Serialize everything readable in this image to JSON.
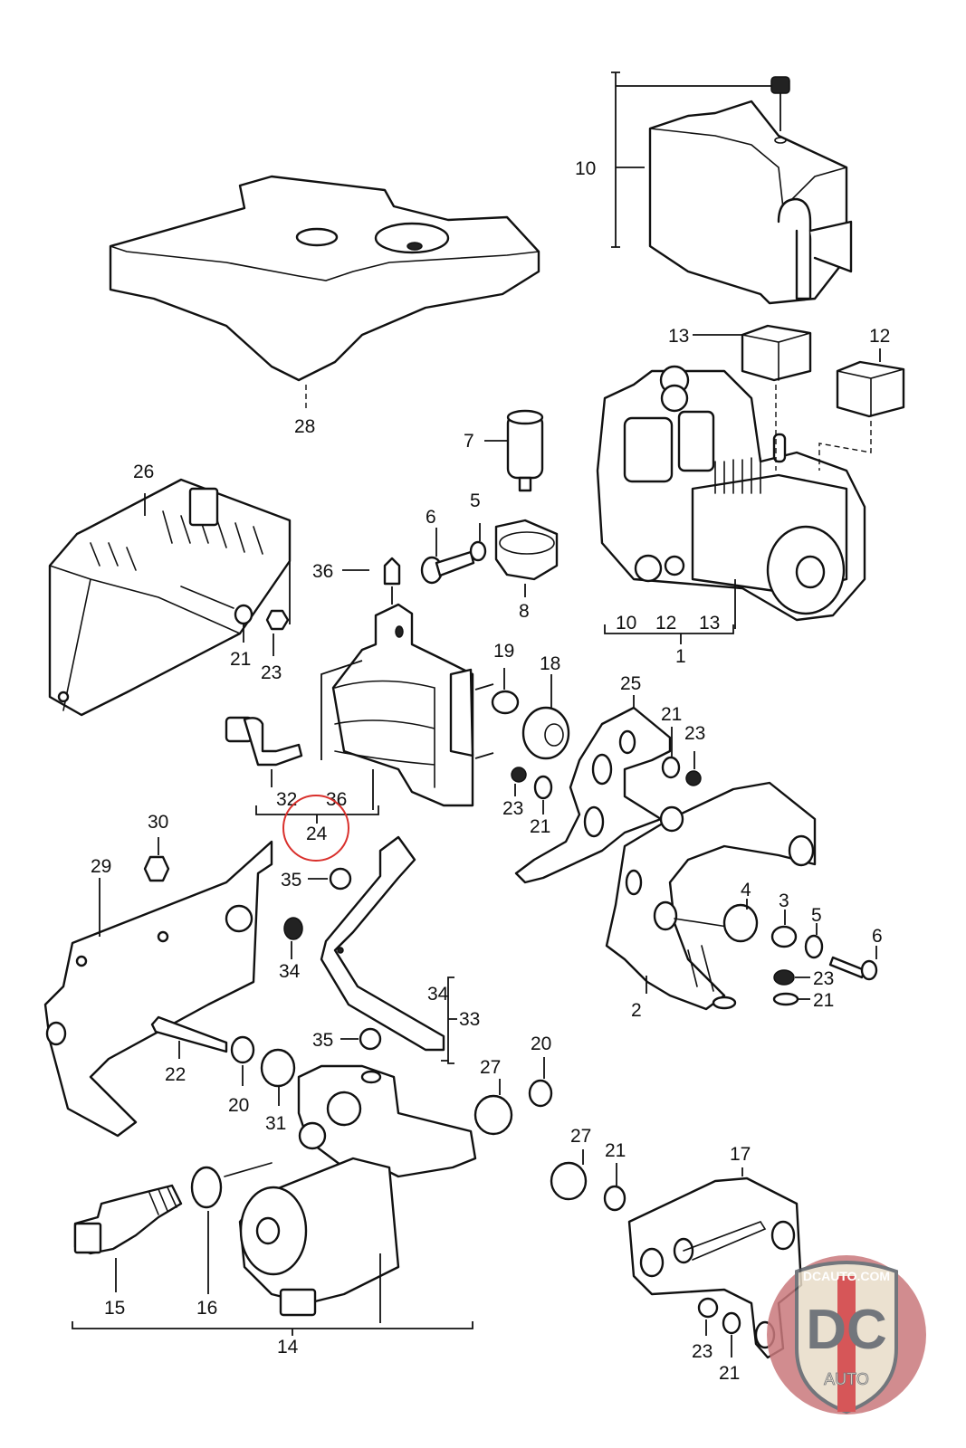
{
  "diagram": {
    "title": "ABS hydraulic unit, control unit and brackets – exploded parts view",
    "highlight_color": "#d9302c",
    "highlighted_callout": "24",
    "callouts": {
      "c1": "1",
      "c1_sub_10": "10",
      "c1_sub_12": "12",
      "c1_sub_13": "13",
      "c2": "2",
      "c3": "3",
      "c4": "4",
      "c5a": "5",
      "c5b": "5",
      "c6a": "6",
      "c6b": "6",
      "c7": "7",
      "c8": "8",
      "c10": "10",
      "c12": "12",
      "c13": "13",
      "c14": "14",
      "c15": "15",
      "c16": "16",
      "c17": "17",
      "c18": "18",
      "c19": "19",
      "c20a": "20",
      "c20b": "20",
      "c21a": "21",
      "c21b": "21",
      "c21c": "21",
      "c21d": "21",
      "c21e": "21",
      "c21f": "21",
      "c22": "22",
      "c23a": "23",
      "c23b": "23",
      "c23c": "23",
      "c23d": "23",
      "c23e": "23",
      "c24": "24",
      "c24_sub_32": "32",
      "c24_sub_36": "36",
      "c25": "25",
      "c26": "26",
      "c27a": "27",
      "c27b": "27",
      "c28": "28",
      "c29": "29",
      "c30": "30",
      "c31": "31",
      "c33": "33",
      "c33_sub_34": "34",
      "c34": "34",
      "c35a": "35",
      "c35b": "35",
      "c36": "36"
    }
  },
  "watermark": {
    "text_top": "DCAUTO.COM",
    "monogram": "DC",
    "text_bottom": "AUTO",
    "colors": {
      "badge": "#c9797c",
      "shield": "#e8dcc8",
      "stripe": "#d0393b",
      "letters": "#5a5f66"
    }
  }
}
